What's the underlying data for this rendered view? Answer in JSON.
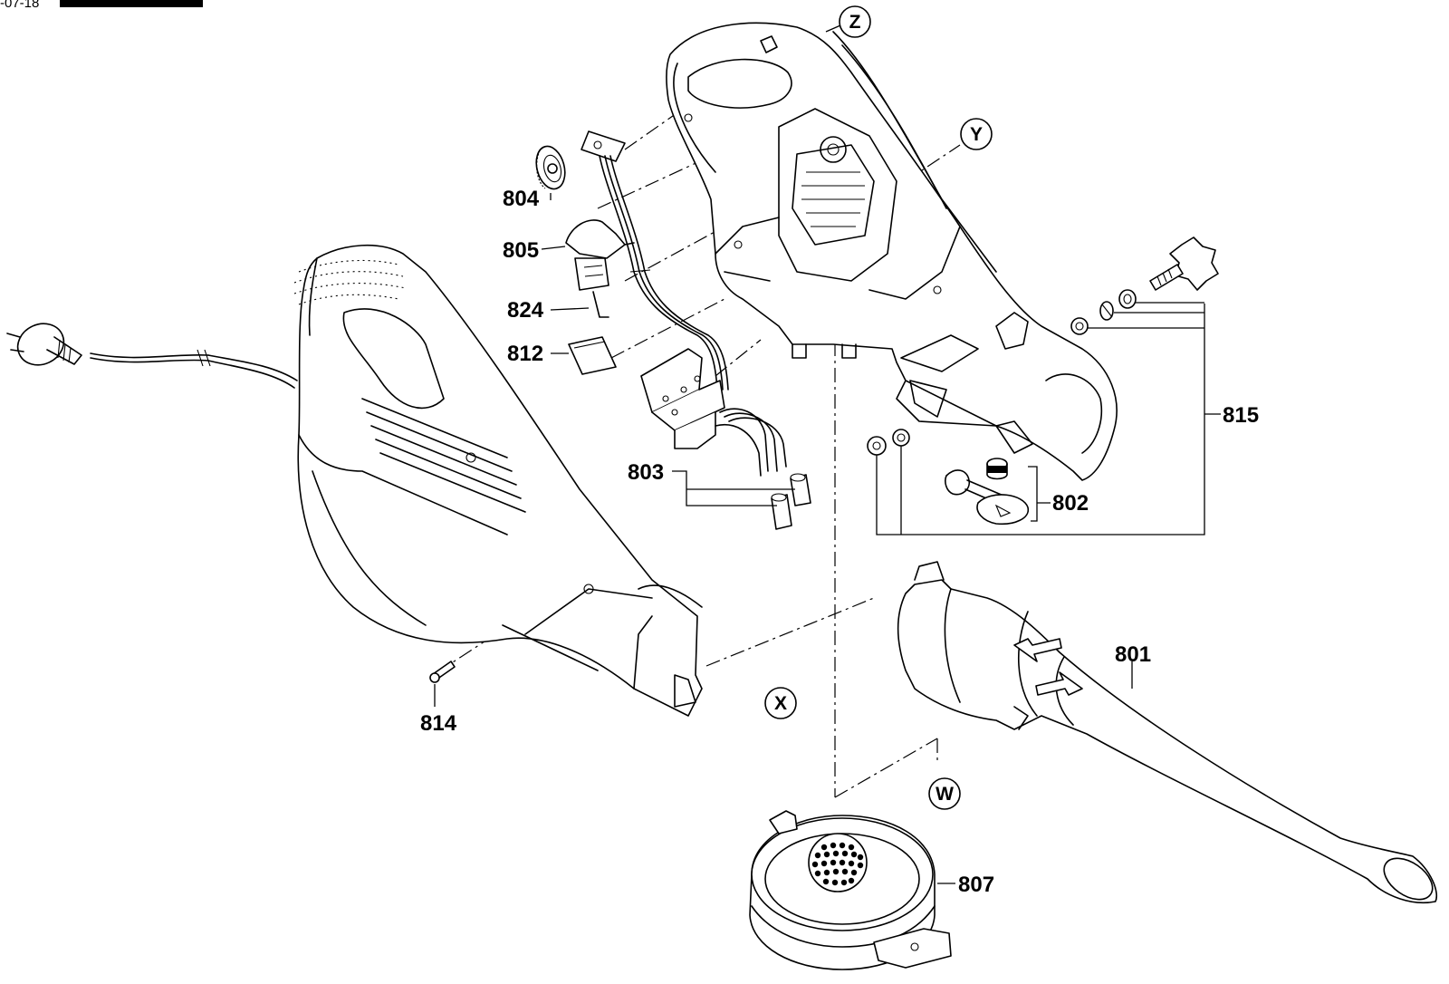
{
  "header": {
    "code_fragment": "-07-18"
  },
  "parts": [
    {
      "id": "part-801",
      "number": "801"
    },
    {
      "id": "part-802",
      "number": "802"
    },
    {
      "id": "part-803",
      "number": "803"
    },
    {
      "id": "part-804",
      "number": "804"
    },
    {
      "id": "part-805",
      "number": "805"
    },
    {
      "id": "part-807",
      "number": "807"
    },
    {
      "id": "part-812",
      "number": "812"
    },
    {
      "id": "part-814",
      "number": "814"
    },
    {
      "id": "part-815",
      "number": "815"
    },
    {
      "id": "part-824",
      "number": "824"
    }
  ],
  "connection_markers": [
    "W",
    "X",
    "Y",
    "Z"
  ]
}
